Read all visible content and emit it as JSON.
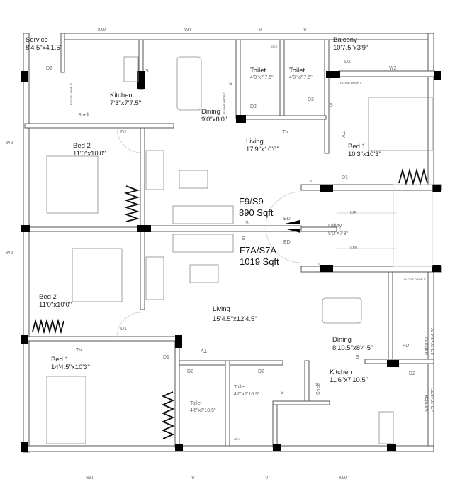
{
  "flats": {
    "upper": {
      "name": "F9/S9",
      "area": "890 Sqft"
    },
    "lower": {
      "name": "F7A/S7A",
      "area": "1019 Sqft"
    }
  },
  "upper_rooms": {
    "service": {
      "name": "Service",
      "size": "8'4.5\"x4'1.5\""
    },
    "kitchen": {
      "name": "Kitchen",
      "size": "7'3\"x7'7.5\""
    },
    "dining": {
      "name": "Dining",
      "size": "9'0\"x8'0\""
    },
    "toilet1": {
      "name": "Toilet",
      "size": "4'0\"x7'7.5\""
    },
    "toilet2": {
      "name": "Toilet",
      "size": "4'0\"x7'7.5\""
    },
    "balcony": {
      "name": "Balcony",
      "size": "10'7.5\"x3'9\""
    },
    "living": {
      "name": "Living",
      "size": "17'9\"x10'0\""
    },
    "bed1": {
      "name": "Bed 1",
      "size": "10'3\"x10'3\""
    },
    "bed2": {
      "name": "Bed 2",
      "size": "11'0\"x10'0\""
    },
    "shelf": "Shelf"
  },
  "lower_rooms": {
    "bed2": {
      "name": "Bed 2",
      "size": "11'0\"x10'0\""
    },
    "living": {
      "name": "Living",
      "size": "15'4.5\"x12'4.5\""
    },
    "dining": {
      "name": "Dining",
      "size": "8'10.5\"x8'4.5\""
    },
    "balcony": {
      "name": "Balcony",
      "size": "4'1.5\"x8'4.5\""
    },
    "bed1": {
      "name": "Bed 1",
      "size": "14'4.5\"x10'3\""
    },
    "toilet1": {
      "name": "Toilet",
      "size": "4'6\"x7'10.5\""
    },
    "toilet2": {
      "name": "Toilet",
      "size": "4'6\"x7'10.5\""
    },
    "kitchen": {
      "name": "Kitchen",
      "size": "11'6\"x7'10.5\""
    },
    "service": {
      "name": "Service",
      "size": "4'1.5\"x8'3\""
    },
    "shelf": "Shelf"
  },
  "lobby": {
    "name": "Lobby",
    "size": "5'0\"X7'3\"",
    "up": "UP",
    "dn": "DN",
    "ed": "ED",
    "b": "B"
  },
  "marks": {
    "kw": "KW",
    "w1": "W1",
    "w2": "W2",
    "v": "V",
    "d1": "D1",
    "d2": "D2",
    "tv": "TV",
    "gey": "GEY",
    "fd": "FD",
    "s": "S",
    "floor_drop": "FLOOR DROP 7\""
  }
}
